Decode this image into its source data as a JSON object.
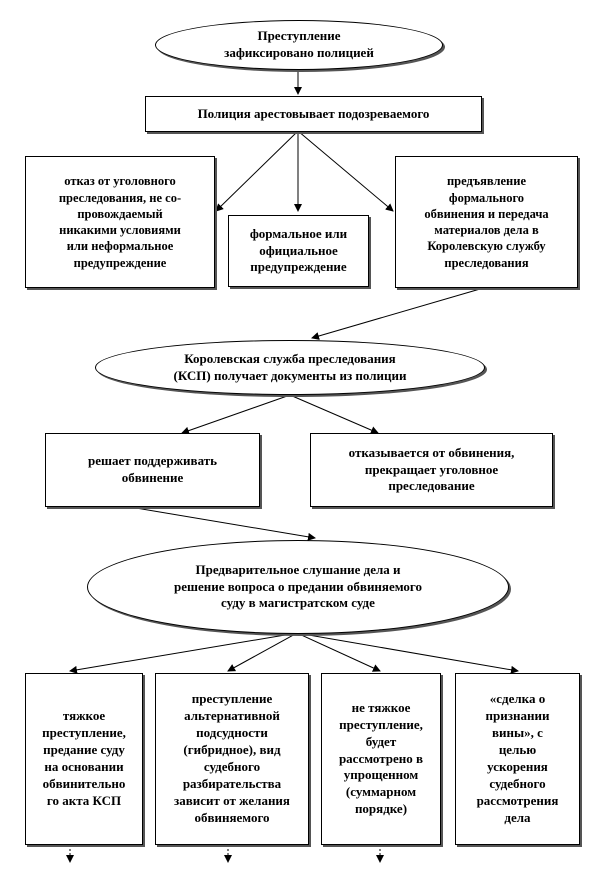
{
  "nodes": {
    "start": "Преступление\nзафиксировано полицией",
    "arrest": "Полиция арестовывает подозреваемого",
    "refusal": "отказ от уголовного\nпреследования, не со-\nпровождаемый\nникакими условиями\nили неформальное\nпредупреждение",
    "warning": "формальное или\nофициальное\nпредупреждение",
    "charge": "предъявление\nформального\nобвинения и передача\nматериалов дела в\nКоролевскую службу\nпреследования",
    "ksp": "Королевская служба преследования\n(КСП) получает документы из полиции",
    "support": "решает поддерживать\nобвинение",
    "drop": "отказывается от обвинения,\nпрекращает уголовное\nпреследование",
    "hearing": "Предварительное слушание дела и\nрешение вопроса о предании обвиняемого\nсуду в магистратском суде",
    "serious": "тяжкое\nпреступление,\nпредание суду\nна основании\nобвинительно\nго акта КСП",
    "hybrid": "преступление\nальтернативной\nподсудности\n(гибридное), вид\nсудебного\nразбирательства\nзависит от желания\nобвиняемого",
    "minor": "не тяжкое\nпреступление,\nбудет\nрассмотрено в\nупрощенном\n(суммарном\nпорядке)",
    "plea": "«сделка о\nпризнании\nвины», с\nцелью\nускорения\nсудебного\nрассмотрения\nдела"
  }
}
